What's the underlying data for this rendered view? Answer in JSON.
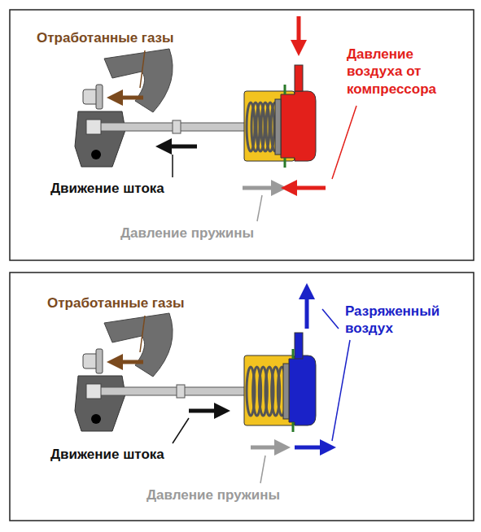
{
  "diagram": {
    "labels": [
      "Отработанные газы",
      "Давление воздуха от компрессора",
      "Движение штока",
      "Давление пружины",
      "Отработанные газы",
      "Разряженный воздух",
      "Движение штока",
      "Давление пружины"
    ]
  }
}
